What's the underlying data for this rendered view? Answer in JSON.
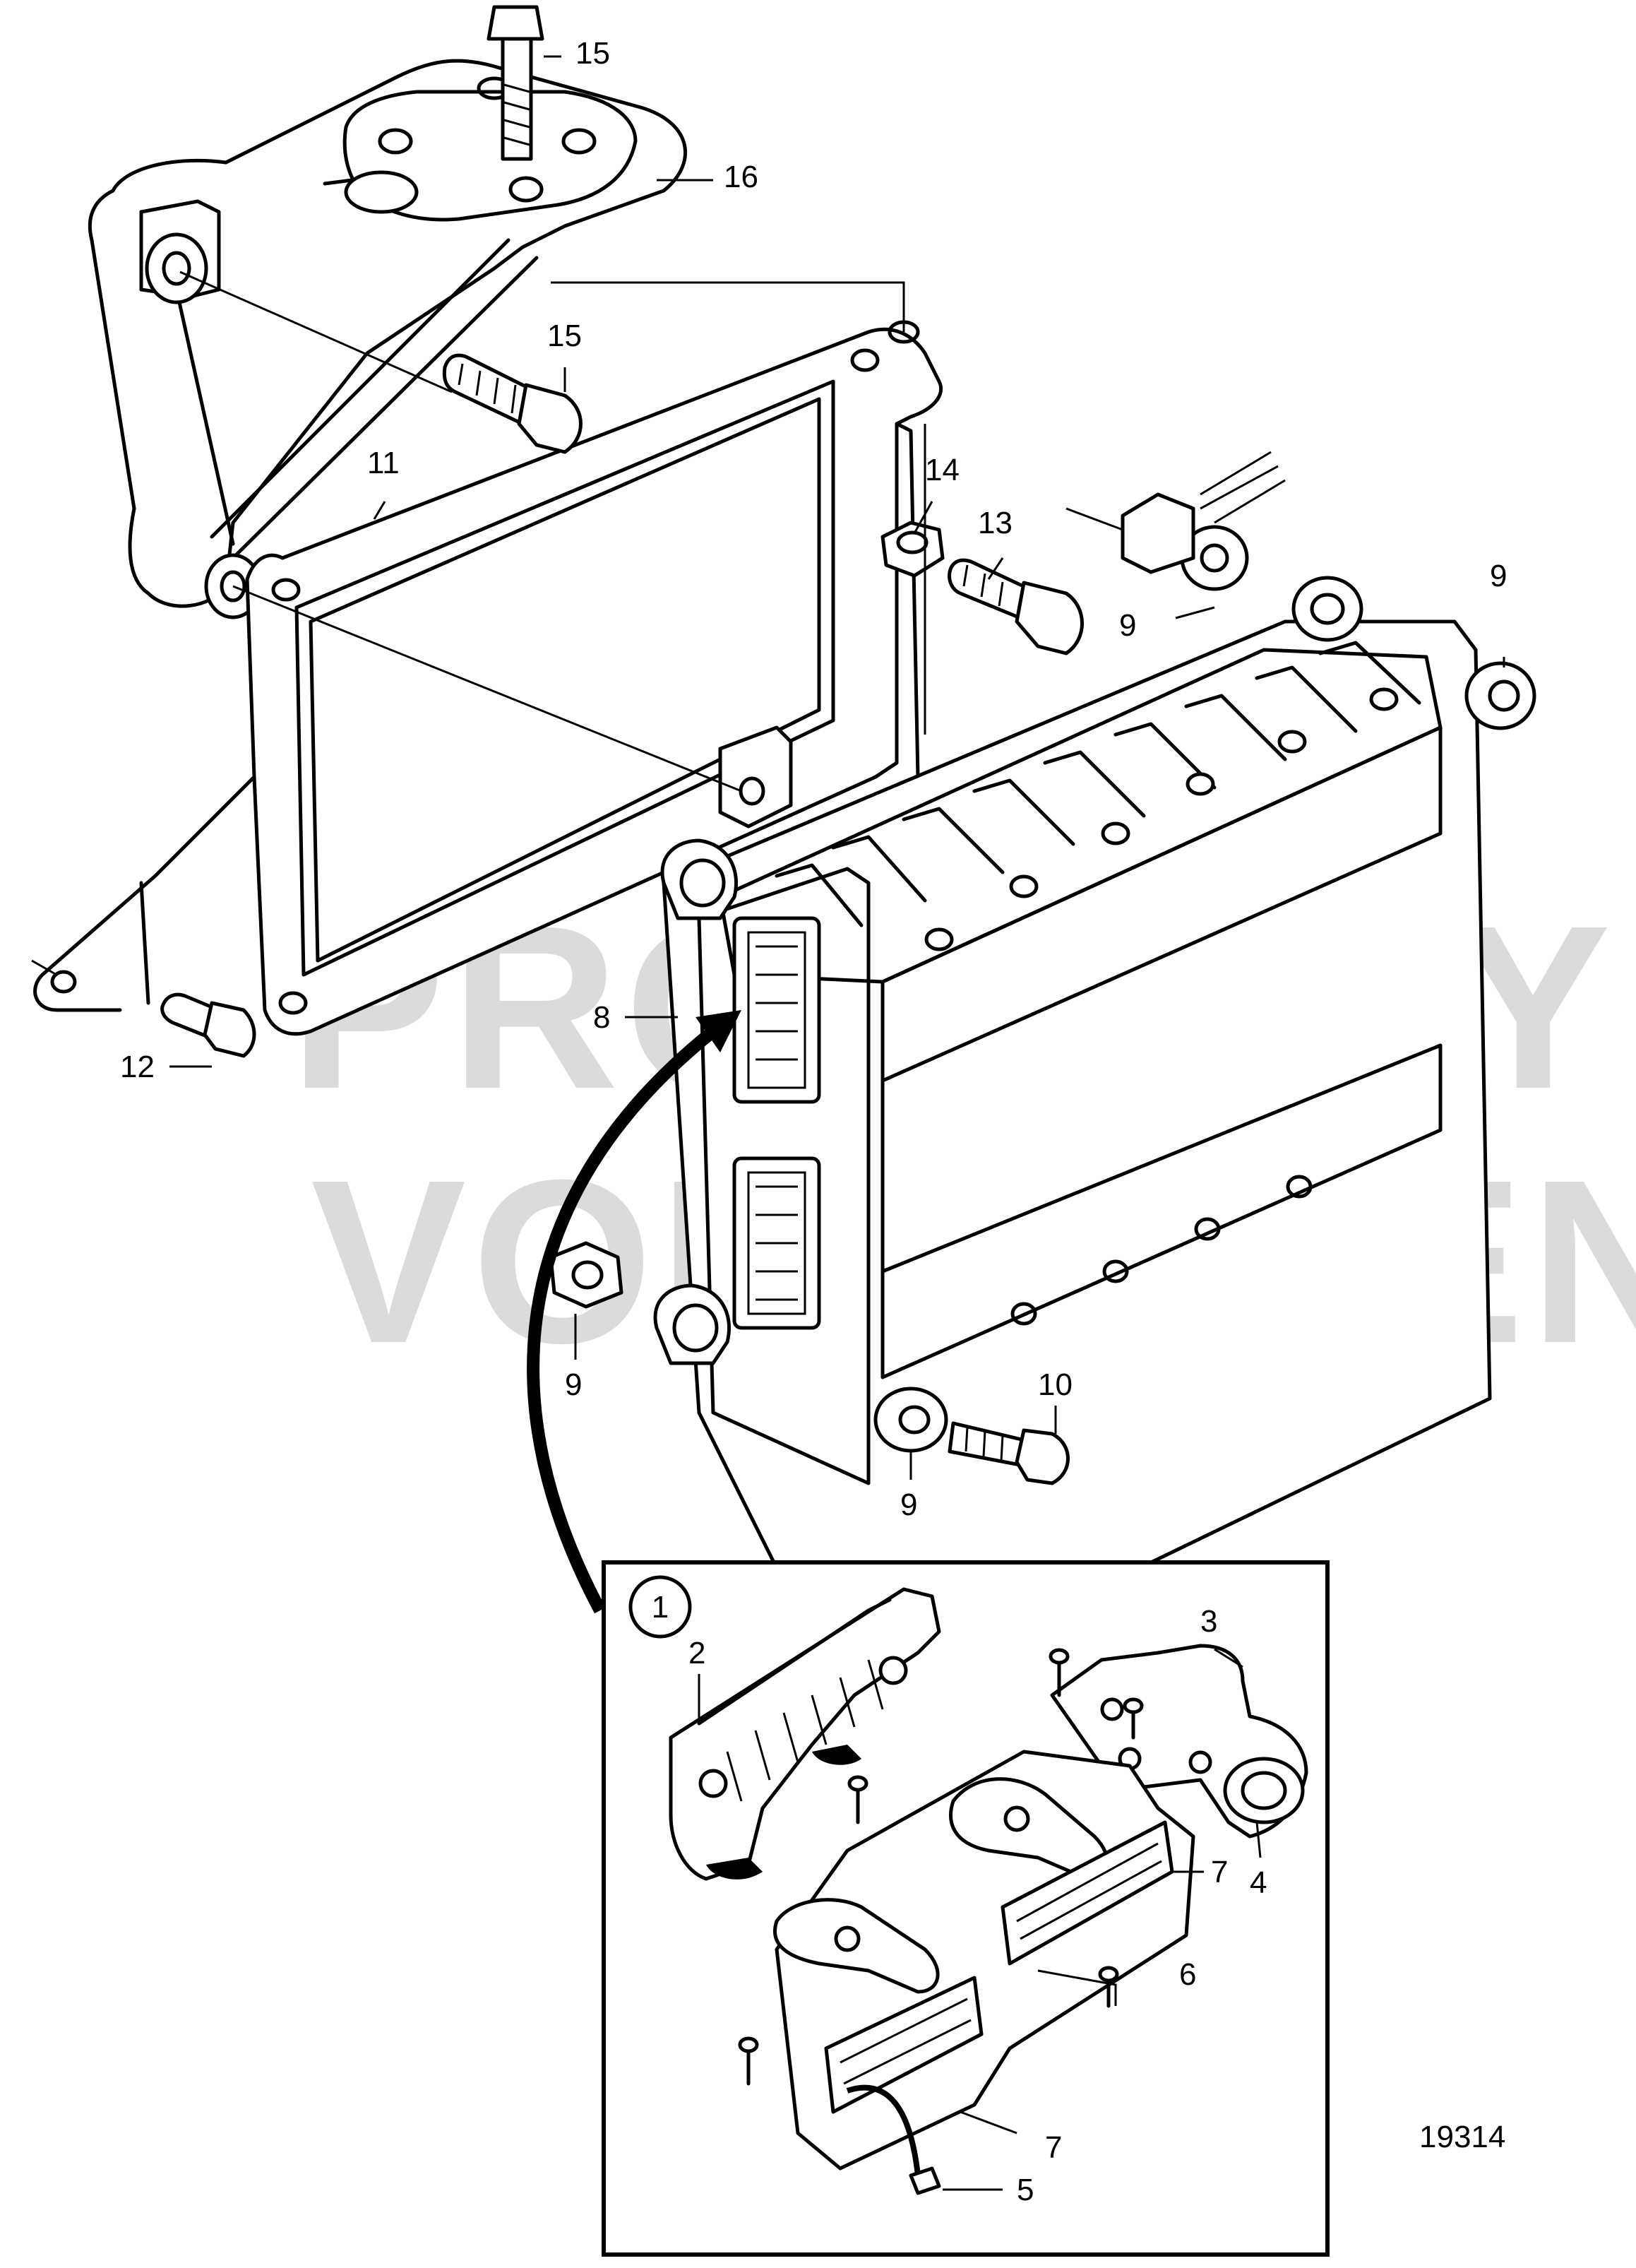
{
  "figure_number": "19314",
  "watermark": {
    "line1": "PROPERTY OF",
    "line2": "VOLVO PENTA"
  },
  "inset": {
    "badge": "1"
  },
  "callouts": {
    "c15a": "15",
    "c16": "16",
    "c15b": "15",
    "c11": "11",
    "c14": "14",
    "c13": "13",
    "c9a": "9",
    "c9b": "9",
    "c8": "8",
    "c12": "12",
    "c9c": "9",
    "c10": "10",
    "c9d": "9",
    "c2": "2",
    "c3": "3",
    "c4": "4",
    "c7a": "7",
    "c6": "6",
    "c7b": "7",
    "c5": "5"
  }
}
